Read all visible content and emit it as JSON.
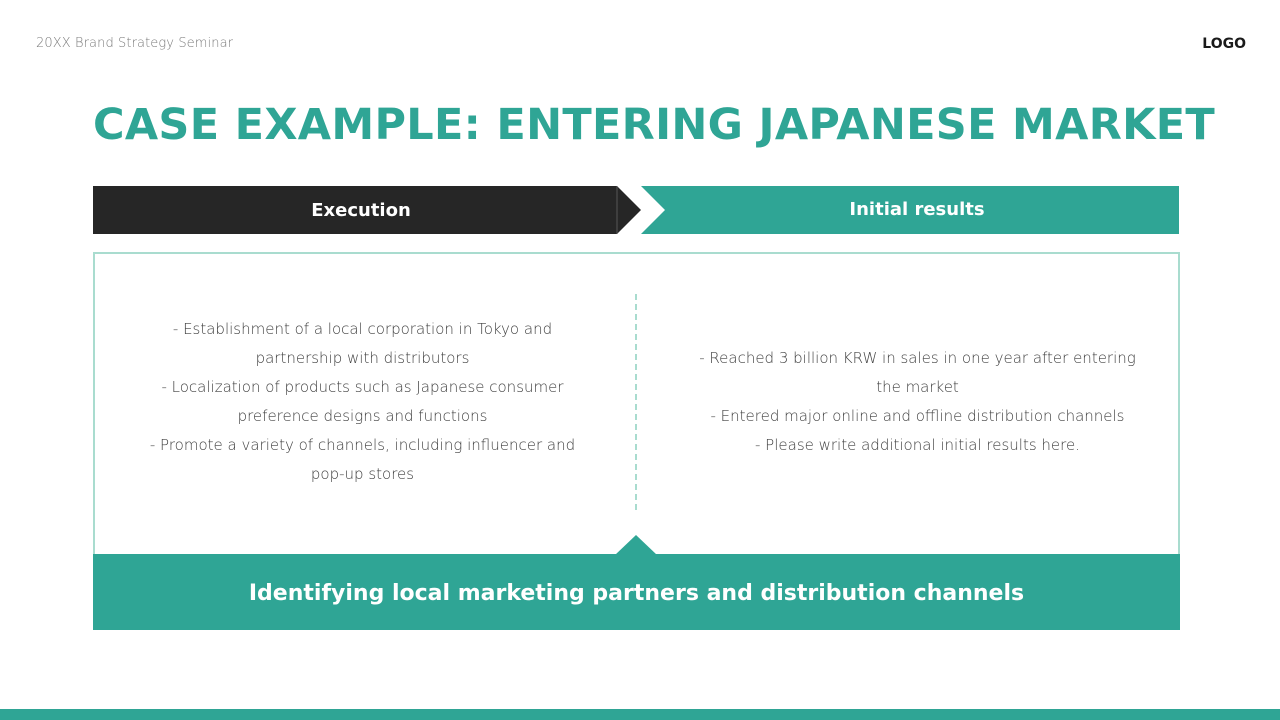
{
  "header": {
    "subtitle": "20XX Brand Strategy Seminar",
    "logo": "LOGO"
  },
  "title": "CASE EXAMPLE: ENTERING JAPANESE MARKET",
  "process": {
    "steps": [
      {
        "label": "Execution",
        "color": "#262626"
      },
      {
        "label": "Initial results",
        "color": "#2fa595"
      }
    ]
  },
  "execution": {
    "lines": [
      "- Establishment of a local corporation in Tokyo and partnership with distributors",
      "- Localization of products such as Japanese consumer preference designs and functions",
      "- Promote a variety of channels, including influencer and pop-up stores"
    ]
  },
  "results": {
    "lines": [
      "- Reached 3 billion KRW in sales in one year after entering the market",
      "- Entered major online and offline distribution channels",
      "- Please write additional initial results here."
    ]
  },
  "conclusion": "Identifying local marketing partners and distribution channels",
  "colors": {
    "accent": "#2fa595",
    "dark": "#262626",
    "border": "#a9dccf",
    "text": "#404040"
  }
}
